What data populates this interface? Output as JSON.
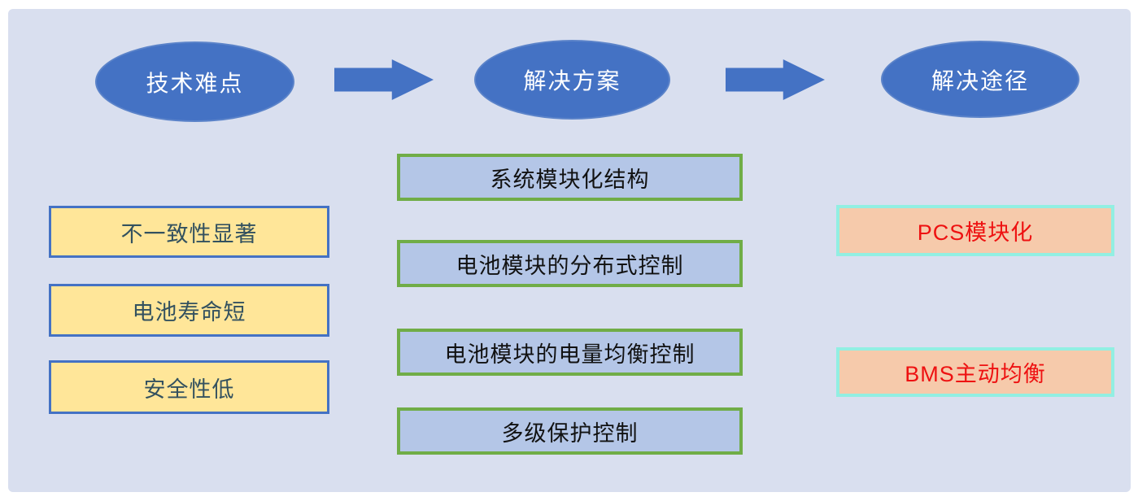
{
  "diagram": {
    "stages": [
      {
        "label": "技术难点"
      },
      {
        "label": "解决方案"
      },
      {
        "label": "解决途径"
      }
    ],
    "difficulties": [
      {
        "label": "不一致性显著"
      },
      {
        "label": "电池寿命短"
      },
      {
        "label": "安全性低"
      }
    ],
    "solutions": [
      {
        "label": "系统模块化结构"
      },
      {
        "label": "电池模块的分布式控制"
      },
      {
        "label": "电池模块的电量均衡控制"
      },
      {
        "label": "多级保护控制"
      }
    ],
    "approaches": [
      {
        "label": "PCS模块化"
      },
      {
        "label": "BMS主动均衡"
      }
    ],
    "colors": {
      "panel_background": "#d9dfef",
      "stage_fill": "#4472c4",
      "arrow_fill": "#4472c4",
      "difficulty_fill": "#ffe699",
      "difficulty_border": "#4472c4",
      "difficulty_text": "#33515f",
      "solution_fill": "#b4c6e7",
      "solution_border": "#70ad47",
      "solution_text": "#111111",
      "approach_fill": "#f6caab",
      "approach_border": "#92efe2",
      "approach_text": "#ee1111"
    }
  }
}
